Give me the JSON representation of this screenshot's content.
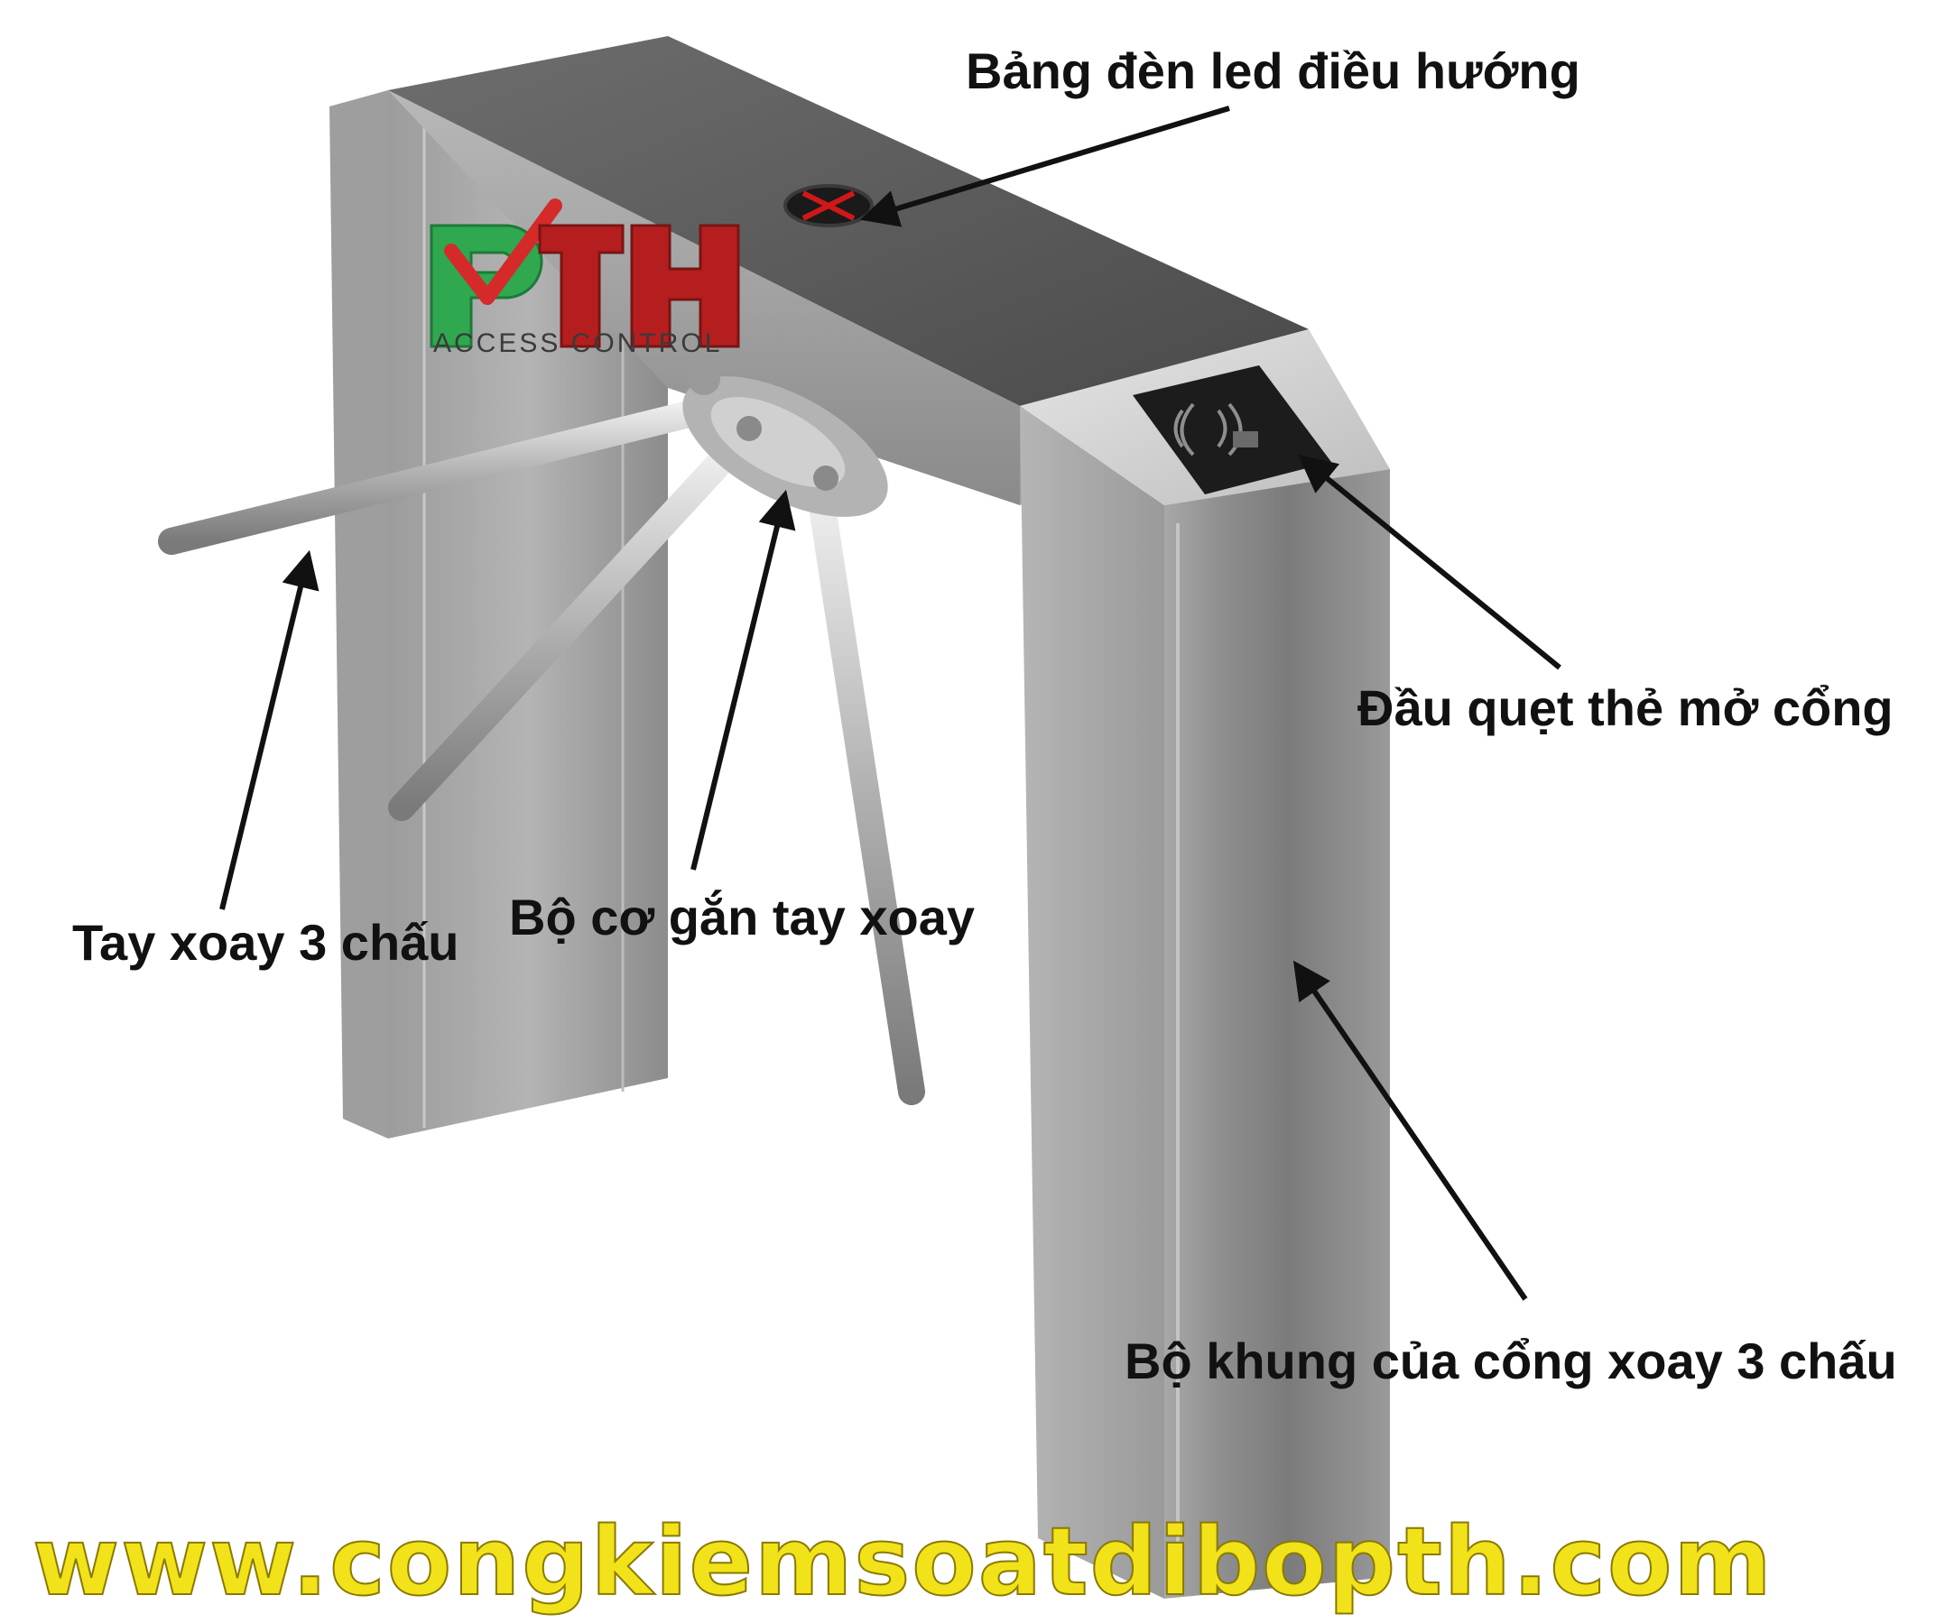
{
  "logo": {
    "brand": "PTH",
    "subtitle": "ACCESS CONTROL",
    "colors": {
      "p": "#2fa84f",
      "check": "#d42a2a",
      "th": "#b51e1e"
    }
  },
  "callouts": {
    "led_panel": "Bảng đèn led điều hướng",
    "card_reader": "Đầu quẹt thẻ mở cổng",
    "tripod_arm": "Tay xoay 3 chấu",
    "arm_mechanism": "Bộ cơ gắn tay xoay",
    "frame": "Bộ khung của cổng xoay 3 chấu"
  },
  "website": "www.congkiemsoatdibopth.com",
  "colors": {
    "steel_light": "#c9c9c9",
    "steel_mid": "#8e8e8e",
    "steel_dark": "#5a5a5a",
    "website_yellow": "#f2e21a",
    "led_red": "#d01818"
  }
}
